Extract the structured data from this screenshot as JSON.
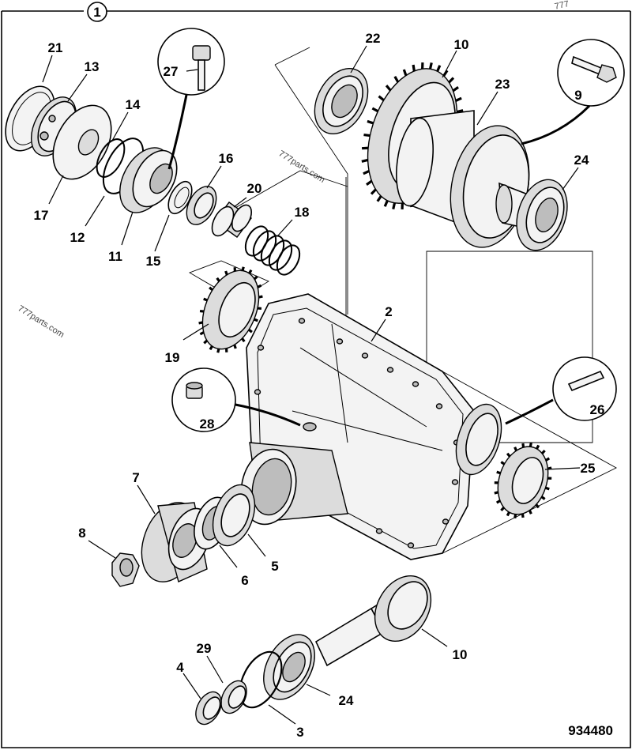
{
  "diagram": {
    "sheet_number": "1",
    "document_number": "934480",
    "watermark_text": "777parts.com",
    "corner_text": "777",
    "part_labels": {
      "p21": "21",
      "p13": "13",
      "p14": "14",
      "p17": "17",
      "p12": "12",
      "p11": "11",
      "p15": "15",
      "p16": "16",
      "p20": "20",
      "p18": "18",
      "p27": "27",
      "p22": "22",
      "p10_top": "10",
      "p23": "23",
      "p9": "9",
      "p24_top": "24",
      "p19": "19",
      "p2": "2",
      "p28": "28",
      "p26": "26",
      "p25": "25",
      "p7": "7",
      "p8": "8",
      "p6": "6",
      "p5": "5",
      "p10_bottom": "10",
      "p29": "29",
      "p4": "4",
      "p24_bottom": "24",
      "p3": "3"
    }
  }
}
